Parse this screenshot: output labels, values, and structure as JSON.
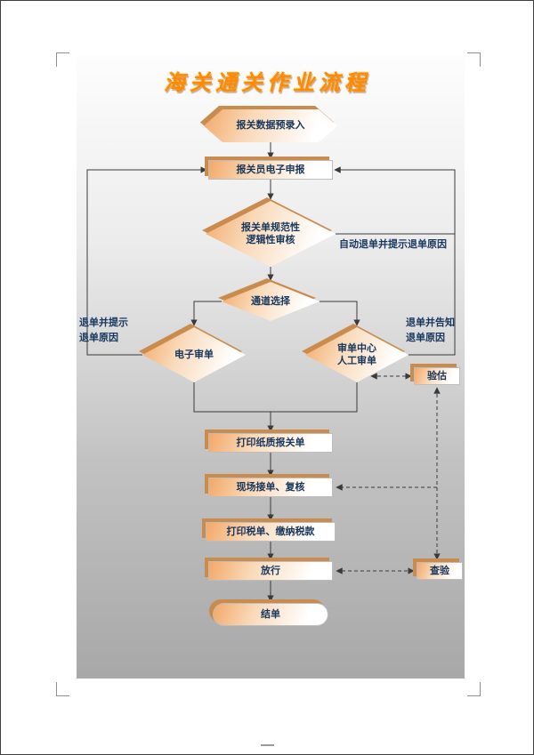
{
  "page": {
    "title": "海关通关作业流程"
  },
  "colors": {
    "title": "#ff8a00",
    "text": "#17365d",
    "line": "#3a3a3a",
    "shape_fill_start": "#f3a869",
    "shape_fill_end": "#ffffff",
    "shape_shadow": "#c98c4e"
  },
  "nodes": {
    "preentry": {
      "label": "报关数据预录入"
    },
    "edeclare": {
      "label": "报关员电子申报"
    },
    "formcheck": {
      "label": "报关单规范性\n逻辑性审核"
    },
    "channel": {
      "label": "通道选择"
    },
    "ereview": {
      "label": "电子审单"
    },
    "manualreview": {
      "label": "审单中心\n人工审单"
    },
    "valuation": {
      "label": "验估"
    },
    "printdecl": {
      "label": "打印纸质报关单"
    },
    "sitereview": {
      "label": "现场接单、复核"
    },
    "printtax": {
      "label": "打印税单、缴纳税款"
    },
    "release": {
      "label": "放行"
    },
    "inspection": {
      "label": "查验"
    },
    "closing": {
      "label": "结单"
    }
  },
  "annotations": {
    "auto_reject": "自动退单并提示退单原因",
    "left_reject": "退单并提示\n退单原因",
    "right_reject": "退单并告知\n退单原因"
  }
}
